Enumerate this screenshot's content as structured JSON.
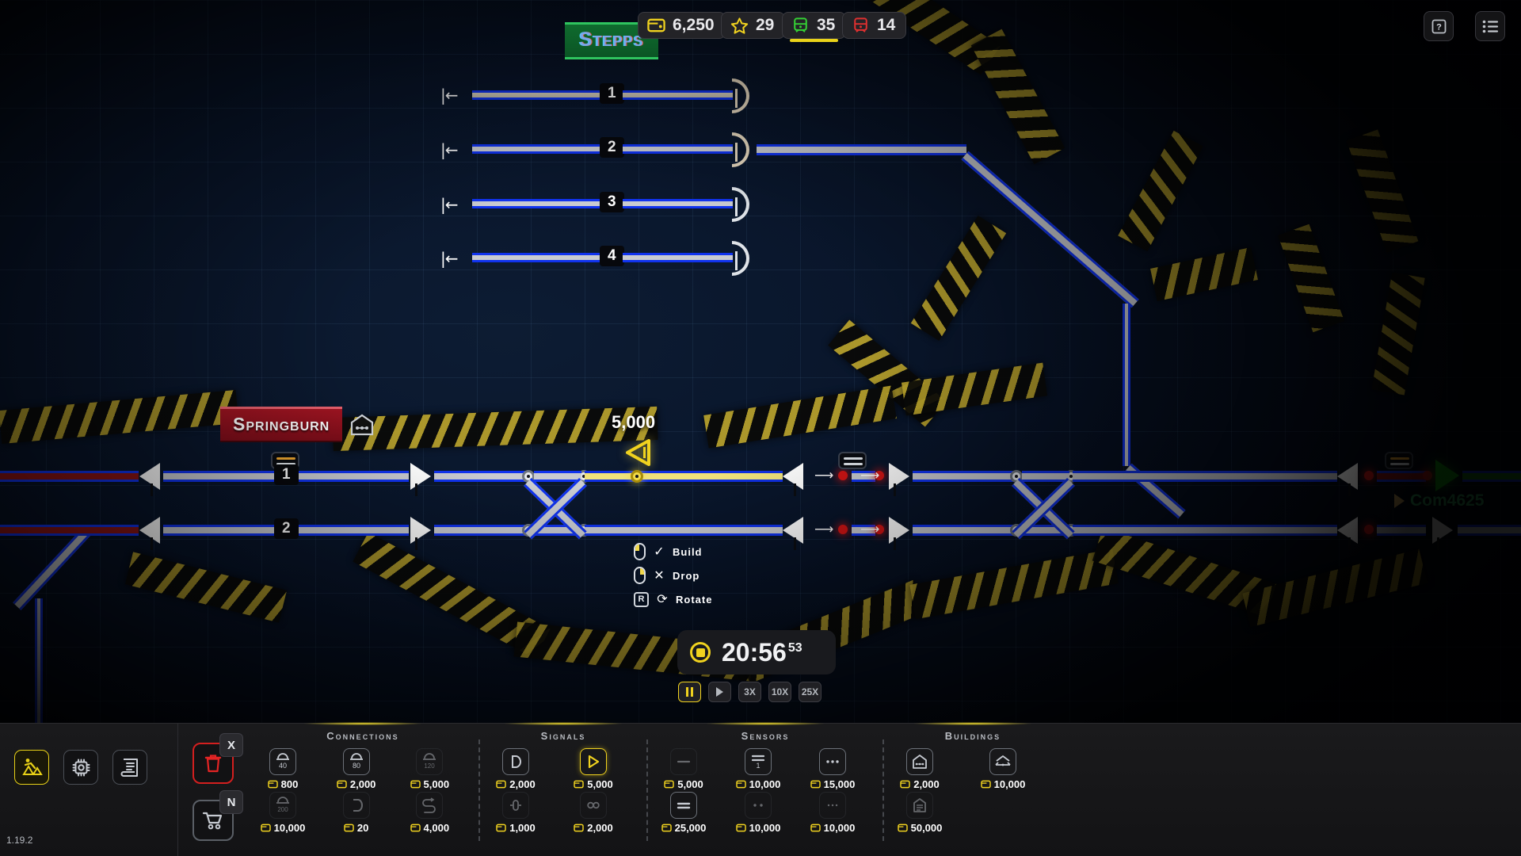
{
  "app": {
    "version": "1.19.2"
  },
  "header": {
    "scenario_name": "Stepps",
    "badges": [
      {
        "icon": "wallet-icon",
        "value": "6,250",
        "color": "#f0d21f",
        "underline": false
      },
      {
        "icon": "star-icon",
        "value": "29",
        "color": "#f0d21f",
        "underline": false
      },
      {
        "icon": "train-green-icon",
        "value": "35",
        "color": "#35d235",
        "underline": true
      },
      {
        "icon": "train-red-icon",
        "value": "14",
        "color": "#e03030",
        "underline": false
      }
    ],
    "help_button": "?",
    "menu_button": "list-icon"
  },
  "playfield": {
    "platforms": [
      {
        "label": "1"
      },
      {
        "label": "2"
      },
      {
        "label": "3"
      },
      {
        "label": "4"
      }
    ],
    "main_tracks": [
      {
        "label": "1"
      },
      {
        "label": "2"
      }
    ],
    "station": {
      "name": "Springburn",
      "icon": "station-building-icon"
    },
    "placement_price": "5,000",
    "train": {
      "name": "Com4625",
      "color": "#2faf63"
    }
  },
  "hints": [
    {
      "input": "mouse-left",
      "glyph": "✓",
      "label": "Build"
    },
    {
      "input": "mouse-right",
      "glyph": "✕",
      "label": "Drop"
    },
    {
      "input": "key-r",
      "key": "R",
      "glyph": "⟳",
      "label": "Rotate"
    }
  ],
  "timer": {
    "value": "20:56",
    "fraction": "53",
    "record_icon": "record-icon",
    "speeds": [
      {
        "label": "pause",
        "icon": "pause-icon",
        "active": true
      },
      {
        "label": "play",
        "icon": "play-icon",
        "active": false
      },
      {
        "label": "3X",
        "active": false
      },
      {
        "label": "10X",
        "active": false
      },
      {
        "label": "25X",
        "active": false
      }
    ]
  },
  "toolbar": {
    "tools": [
      {
        "name": "build-mode",
        "icon": "construction-icon",
        "active": true
      },
      {
        "name": "logic-mode",
        "icon": "chip-icon",
        "active": false
      },
      {
        "name": "notes-mode",
        "icon": "book-icon",
        "active": false
      }
    ],
    "actions": [
      {
        "name": "delete",
        "icon": "trash-icon",
        "key": "X"
      },
      {
        "name": "buy-basket",
        "icon": "cart-icon",
        "key": "N"
      }
    ],
    "categories": [
      {
        "title": "Connections",
        "items": [
          {
            "icon": "speed-40-icon",
            "price": "800",
            "locked": false,
            "selected": false
          },
          {
            "icon": "speed-80-icon",
            "price": "2,000",
            "locked": false,
            "selected": false
          },
          {
            "icon": "speed-120-icon",
            "price": "5,000",
            "locked": true,
            "selected": false
          },
          {
            "icon": "speed-200-icon",
            "price": "10,000",
            "locked": true,
            "selected": false
          },
          {
            "icon": "buffer-icon",
            "price": "20",
            "locked": true,
            "selected": false
          },
          {
            "icon": "loop-icon",
            "price": "4,000",
            "locked": true,
            "selected": false
          }
        ]
      },
      {
        "title": "Signals",
        "items": [
          {
            "icon": "signal-block-icon",
            "price": "2,000",
            "locked": false,
            "selected": false
          },
          {
            "icon": "signal-path-icon",
            "price": "5,000",
            "locked": false,
            "selected": true
          },
          {
            "icon": "signal-shunt-icon",
            "price": "1,000",
            "locked": true,
            "selected": false
          },
          {
            "icon": "signal-chain-icon",
            "price": "2,000",
            "locked": true,
            "selected": false
          }
        ]
      },
      {
        "title": "Sensors",
        "items": [
          {
            "icon": "sensor-line-icon",
            "price": "5,000",
            "locked": true,
            "selected": false
          },
          {
            "icon": "sensor-counter-icon",
            "price": "10,000",
            "locked": false,
            "selected": false
          },
          {
            "icon": "sensor-dots3-icon",
            "price": "15,000",
            "locked": false,
            "selected": false
          },
          {
            "icon": "sensor-equals-icon",
            "price": "25,000",
            "locked": false,
            "selected": false
          },
          {
            "icon": "sensor-dots2-icon",
            "price": "10,000",
            "locked": true,
            "selected": false
          },
          {
            "icon": "sensor-dots-sm-icon",
            "price": "10,000",
            "locked": true,
            "selected": false
          }
        ]
      },
      {
        "title": "Buildings",
        "items": [
          {
            "icon": "depot-icon",
            "price": "2,000",
            "locked": false,
            "selected": false
          },
          {
            "icon": "platform-icon",
            "price": "10,000",
            "locked": false,
            "selected": false
          },
          {
            "icon": "warehouse-icon",
            "price": "50,000",
            "locked": true,
            "selected": false
          }
        ]
      }
    ]
  }
}
